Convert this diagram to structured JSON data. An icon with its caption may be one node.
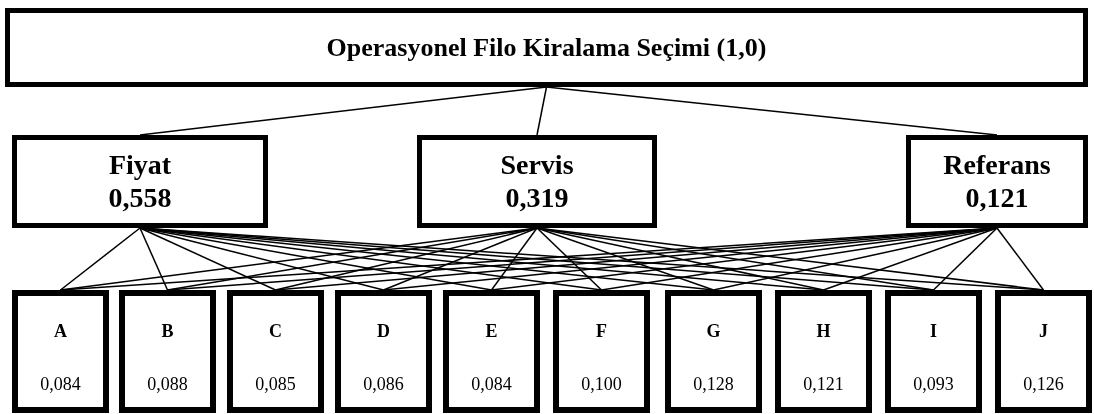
{
  "diagram": {
    "nodes": [
      {
        "text": [
          "Operasyonel Filo Kiralama Seçimi (1,0)"
        ]
      },
      {
        "text": [
          "Fiyat",
          "0,558"
        ]
      },
      {
        "text": [
          "Servis",
          "0,319"
        ]
      },
      {
        "text": [
          "Referans",
          "0,121"
        ]
      },
      {
        "text": [
          "A",
          "0,084"
        ]
      },
      {
        "text": [
          "B",
          "0,088"
        ]
      },
      {
        "text": [
          "C",
          "0,085"
        ]
      },
      {
        "text": [
          "D",
          "0,086"
        ]
      },
      {
        "text": [
          "E",
          "0,084"
        ]
      },
      {
        "text": [
          "F",
          "0,100"
        ]
      },
      {
        "text": [
          "G",
          "0,128"
        ]
      },
      {
        "text": [
          "H",
          "0,121"
        ]
      },
      {
        "text": [
          "I",
          "0,093"
        ]
      },
      {
        "text": [
          "J",
          "0,126"
        ]
      }
    ],
    "edges": [
      {
        "from": 0,
        "to": 1,
        "arrow": "none"
      },
      {
        "from": 0,
        "to": 2,
        "arrow": "none"
      },
      {
        "from": 0,
        "to": 3,
        "arrow": "none"
      },
      {
        "from": 1,
        "to": 4,
        "arrow": "none"
      },
      {
        "from": 1,
        "to": 5,
        "arrow": "none"
      },
      {
        "from": 1,
        "to": 6,
        "arrow": "none"
      },
      {
        "from": 1,
        "to": 7,
        "arrow": "none"
      },
      {
        "from": 1,
        "to": 8,
        "arrow": "none"
      },
      {
        "from": 1,
        "to": 9,
        "arrow": "none"
      },
      {
        "from": 1,
        "to": 10,
        "arrow": "none"
      },
      {
        "from": 1,
        "to": 11,
        "arrow": "none"
      },
      {
        "from": 1,
        "to": 12,
        "arrow": "none"
      },
      {
        "from": 1,
        "to": 13,
        "arrow": "none"
      },
      {
        "from": 2,
        "to": 4,
        "arrow": "none"
      },
      {
        "from": 2,
        "to": 5,
        "arrow": "none"
      },
      {
        "from": 2,
        "to": 6,
        "arrow": "none"
      },
      {
        "from": 2,
        "to": 7,
        "arrow": "none"
      },
      {
        "from": 2,
        "to": 8,
        "arrow": "none"
      },
      {
        "from": 2,
        "to": 9,
        "arrow": "none"
      },
      {
        "from": 2,
        "to": 10,
        "arrow": "none"
      },
      {
        "from": 2,
        "to": 11,
        "arrow": "none"
      },
      {
        "from": 2,
        "to": 12,
        "arrow": "none"
      },
      {
        "from": 2,
        "to": 13,
        "arrow": "none"
      },
      {
        "from": 3,
        "to": 4,
        "arrow": "none"
      },
      {
        "from": 3,
        "to": 5,
        "arrow": "none"
      },
      {
        "from": 3,
        "to": 6,
        "arrow": "none"
      },
      {
        "from": 3,
        "to": 7,
        "arrow": "none"
      },
      {
        "from": 3,
        "to": 8,
        "arrow": "none"
      },
      {
        "from": 3,
        "to": 9,
        "arrow": "none"
      },
      {
        "from": 3,
        "to": 10,
        "arrow": "none"
      },
      {
        "from": 3,
        "to": 11,
        "arrow": "none"
      },
      {
        "from": 3,
        "to": 12,
        "arrow": "none"
      },
      {
        "from": 3,
        "to": 13,
        "arrow": "none"
      }
    ]
  }
}
